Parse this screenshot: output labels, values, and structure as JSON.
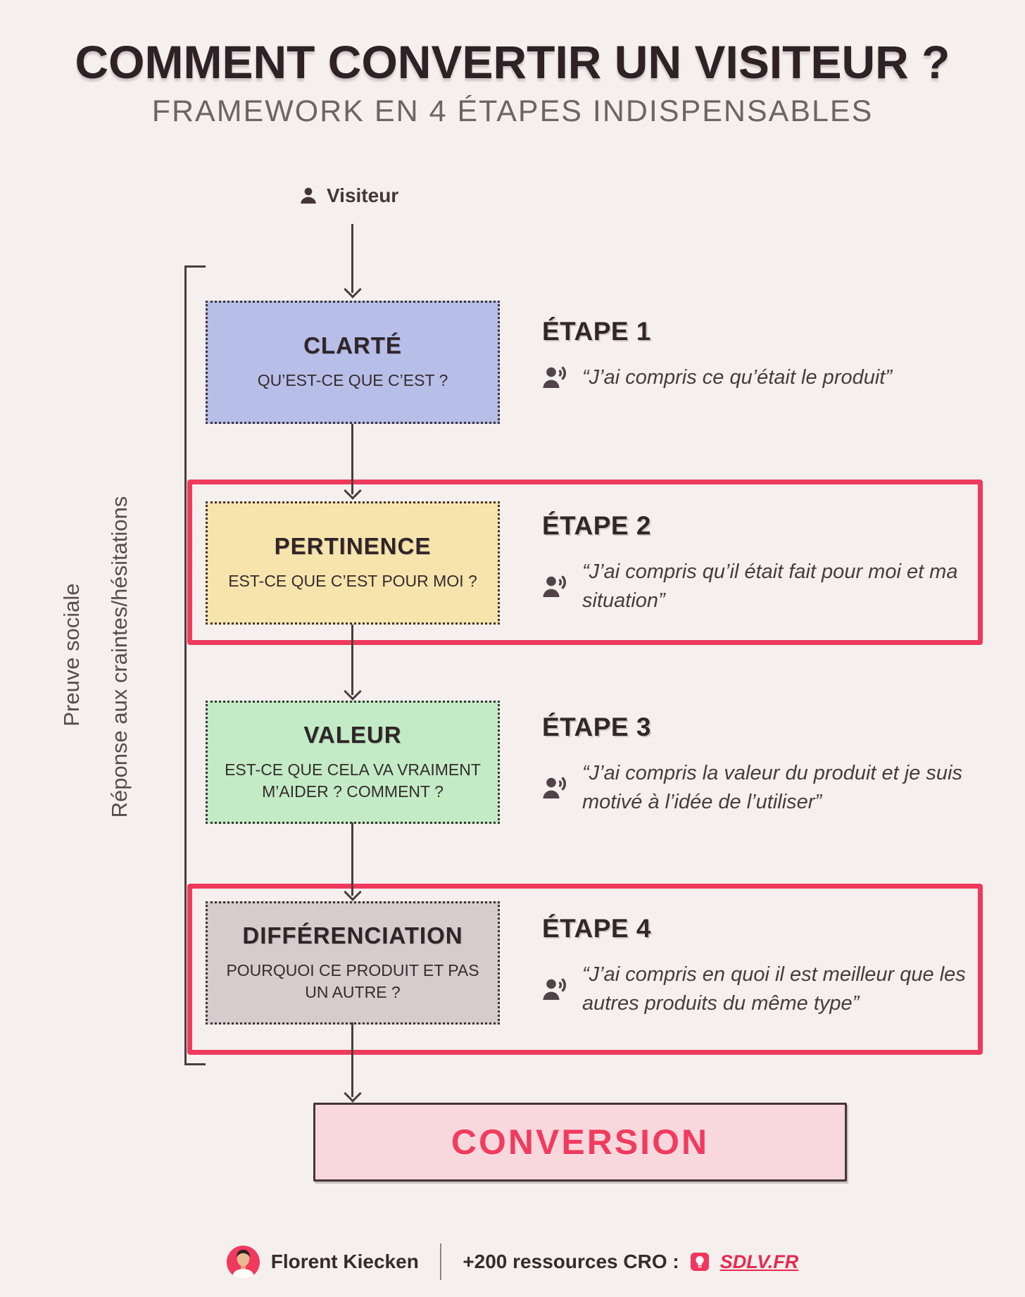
{
  "title": "COMMENT CONVERTIR UN VISITEUR ?",
  "subtitle": "FRAMEWORK EN 4 ÉTAPES INDISPENSABLES",
  "visitor_label": "Visiteur",
  "bracket_labels": {
    "outer": "Preuve sociale",
    "inner": "Réponse aux craintes/hésitations"
  },
  "steps": [
    {
      "step_label": "ÉTAPE 1",
      "box_title": "CLARTÉ",
      "box_question": "QU’EST-CE QUE C’EST ?",
      "quote": "“J’ai compris ce qu’était le produit”",
      "box_color": "#b7bfe8",
      "highlighted": false
    },
    {
      "step_label": "ÉTAPE 2",
      "box_title": "PERTINENCE",
      "box_question": "EST-CE QUE C’EST POUR MOI ?",
      "quote": "“J’ai compris qu’il était fait pour moi et ma situation”",
      "box_color": "#f7e4ad",
      "highlighted": true
    },
    {
      "step_label": "ÉTAPE 3",
      "box_title": "VALEUR",
      "box_question": "EST-CE QUE CELA VA VRAIMENT M’AIDER ? COMMENT ?",
      "quote": "“J’ai compris la valeur du produit et je suis motivé à l’idée de l’utiliser”",
      "box_color": "#c3ecc6",
      "highlighted": false
    },
    {
      "step_label": "ÉTAPE 4",
      "box_title": "DIFFÉRENCIATION",
      "box_question": "POURQUOI CE PRODUIT ET PAS UN AUTRE ?",
      "quote": "“J’ai compris en quoi il est meilleur que les autres produits du même type”",
      "box_color": "#d7cccd",
      "highlighted": true
    }
  ],
  "conversion_label": "CONVERSION",
  "footer": {
    "author": "Florent Kiecken",
    "resources_label": "+200 ressources CRO :",
    "site": "SDLV.FR"
  },
  "icons": {
    "visitor": "person-icon",
    "quote": "person-speaking-icon",
    "logo": "lightbulb-icon",
    "avatar": "author-avatar"
  },
  "colors": {
    "background": "#f5f0ee",
    "accent_red": "#ef3a5c",
    "conversion_fill": "#f8d8dd",
    "conversion_text": "#f23b5e",
    "dark_text": "#382b2f",
    "subtitle_gray": "#6d6467",
    "line": "#4b3c40"
  }
}
